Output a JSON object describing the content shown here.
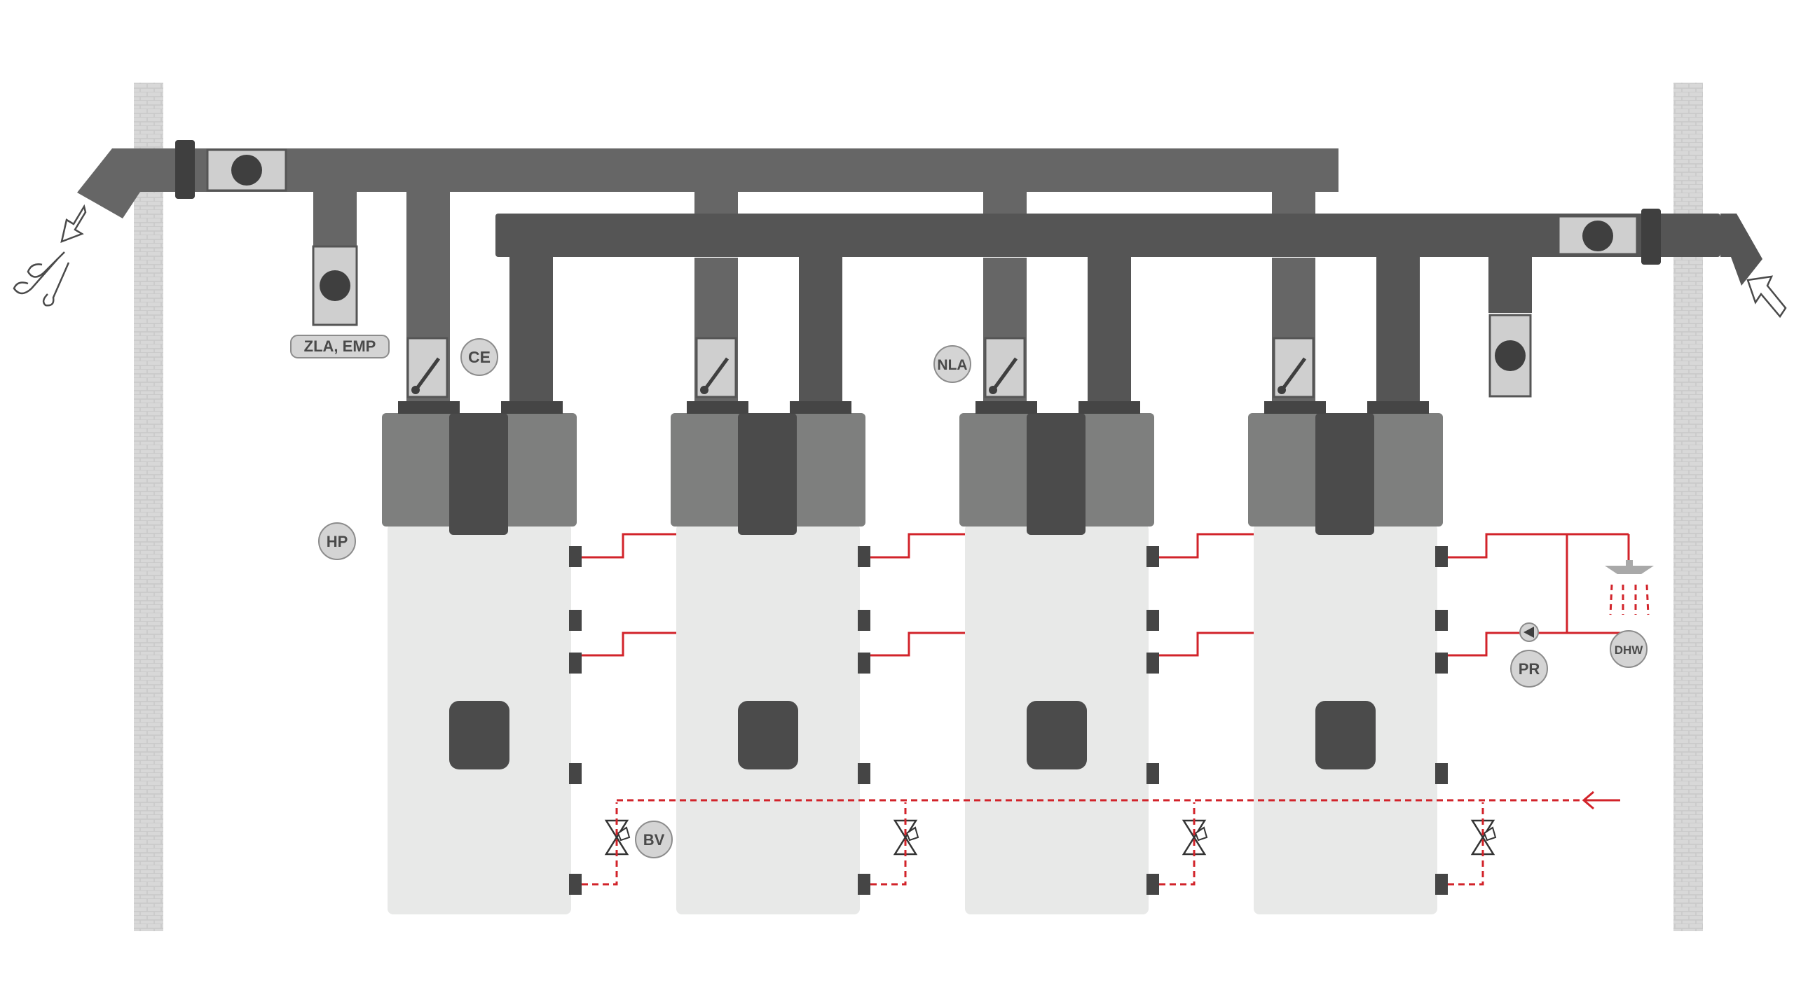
{
  "colors": {
    "background": "#ffffff",
    "wall": "#d6d6d6",
    "wall_border": "#e3e3e3",
    "duct_exhaust": "#666666",
    "duct_supply": "#555555",
    "unit_top_light": "#7e7f7e",
    "unit_top_dark": "#4b4b4b",
    "unit_body": "#e8e9e8",
    "unit_display": "#4b4b4b",
    "connector": "#454545",
    "pipe_red": "#d2232a",
    "badge_fill": "#d4d4d4",
    "badge_stroke": "#8c8c8c",
    "badge_text": "#4a4a4a",
    "fan_box": "#cfcfcf",
    "fan": "#3f3f3f",
    "shower_head": "#a9a9a9"
  },
  "labels": {
    "zla_emp": "ZLA, EMP",
    "ce": "CE",
    "nla": "NLA",
    "hp": "HP",
    "bv": "BV",
    "pr": "PR",
    "dhw": "DHW"
  },
  "icons": {
    "exhaust_outlet": "wind-out-arrow-icon",
    "fresh_air_inlet": "air-in-arrow-icon",
    "fan": "fan-icon",
    "damper": "damper-icon",
    "pump": "pump-icon",
    "valve": "balancing-valve-icon",
    "shower": "shower-icon",
    "return_flow": "flow-arrow-left-icon"
  },
  "units": [
    {
      "name": "heat-pump-unit-1"
    },
    {
      "name": "heat-pump-unit-2"
    },
    {
      "name": "heat-pump-unit-3"
    },
    {
      "name": "heat-pump-unit-4"
    }
  ]
}
